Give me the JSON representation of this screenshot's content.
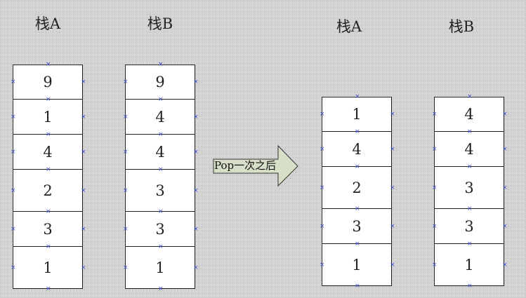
{
  "before": {
    "stack_a": {
      "title": "栈A",
      "values": [
        "9",
        "1",
        "4",
        "2",
        "3",
        "1"
      ]
    },
    "stack_b": {
      "title": "栈B",
      "values": [
        "9",
        "4",
        "4",
        "3",
        "3",
        "1"
      ]
    }
  },
  "operation_label": "Pop一次之后",
  "after": {
    "stack_a": {
      "title": "栈A",
      "values": [
        "1",
        "4",
        "2",
        "3",
        "1"
      ]
    },
    "stack_b": {
      "title": "栈B",
      "values": [
        "4",
        "4",
        "3",
        "3",
        "1"
      ]
    }
  },
  "colors": {
    "grid": "#c4c4c4",
    "arrow_fill": "#d8dfc8",
    "marker": "#3b4fd6"
  }
}
